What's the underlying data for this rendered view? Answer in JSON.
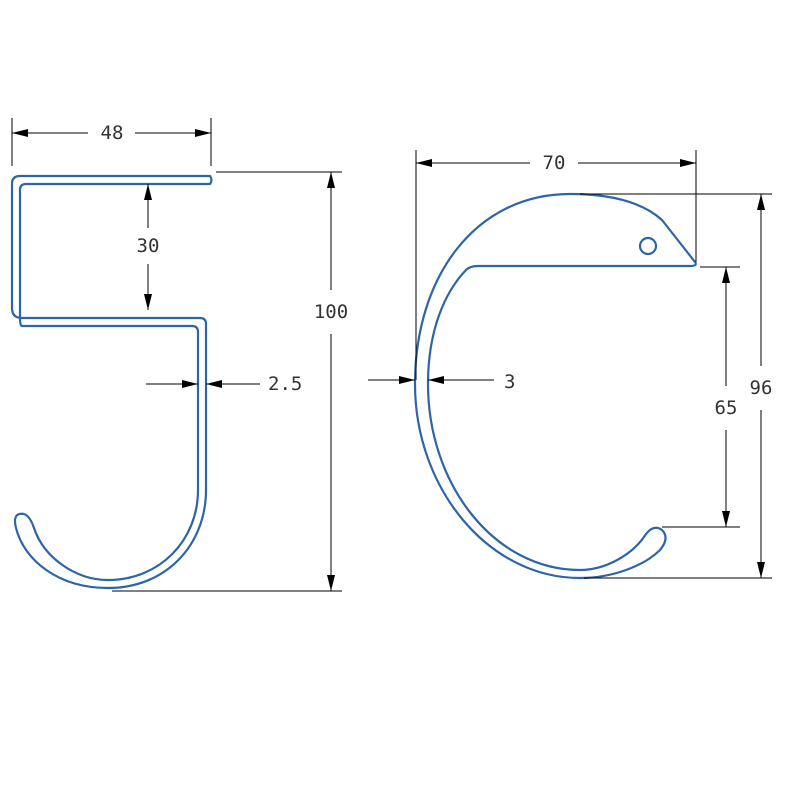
{
  "colors": {
    "part_outline": "#2e64a8",
    "dimension_line": "#000000",
    "dimension_text": "#333333",
    "background": "#ffffff"
  },
  "dimensions": {
    "left_hook": {
      "top_width": "48",
      "inner_gap": "30",
      "material_thickness": "2.5",
      "overall_height": "100"
    },
    "right_hook": {
      "overall_width": "70",
      "material_thickness": "3",
      "opening_height": "65",
      "overall_height": "96"
    }
  }
}
